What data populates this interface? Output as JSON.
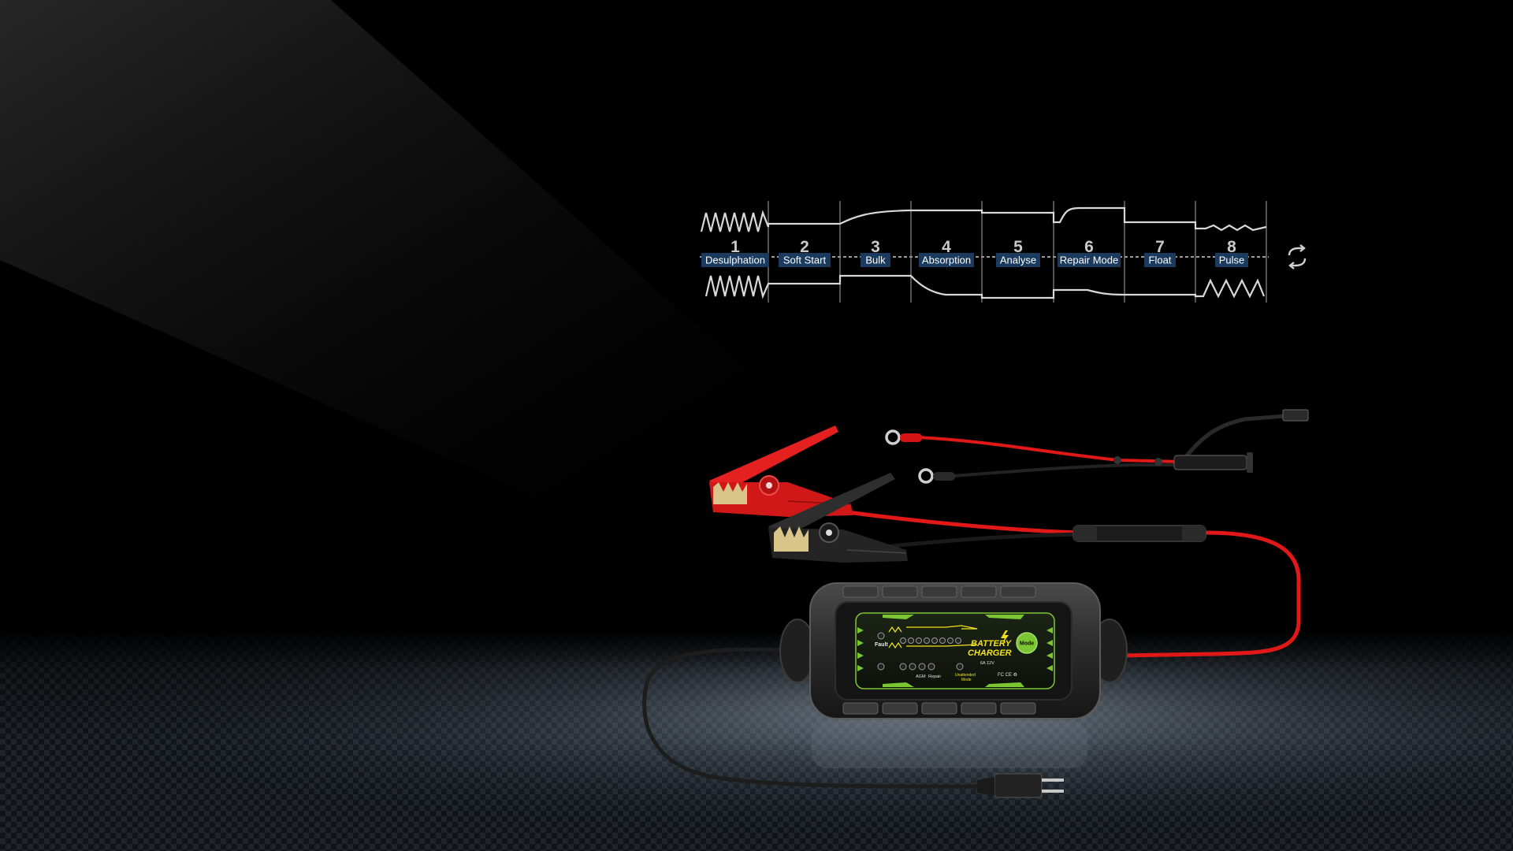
{
  "stages": [
    {
      "number": "1",
      "label": "Desulphation"
    },
    {
      "number": "2",
      "label": "Soft Start"
    },
    {
      "number": "3",
      "label": "Bulk"
    },
    {
      "number": "4",
      "label": "Absorption"
    },
    {
      "number": "5",
      "label": "Analyse"
    },
    {
      "number": "6",
      "label": "Repair Mode"
    },
    {
      "number": "7",
      "label": "Float"
    },
    {
      "number": "8",
      "label": "Pulse"
    }
  ],
  "repeat_icon": "loop-arrows-icon",
  "charger": {
    "brand_line1": "BATTERY",
    "brand_line2": "CHARGER",
    "mode_button": "Mode",
    "fault_label": "Fault",
    "rating": "6A  12V",
    "agm_label": "AGM",
    "repair_label": "Repair",
    "unattended_label": "Unattended",
    "mode_label": "Mode",
    "cert_marks": "FC  CE  ♻"
  },
  "colors": {
    "label_bg": "#1b3b5e",
    "accent_green": "#7cc634",
    "accent_yellow": "#f1e21a",
    "cable_red": "#e01818",
    "background": "#000000"
  }
}
